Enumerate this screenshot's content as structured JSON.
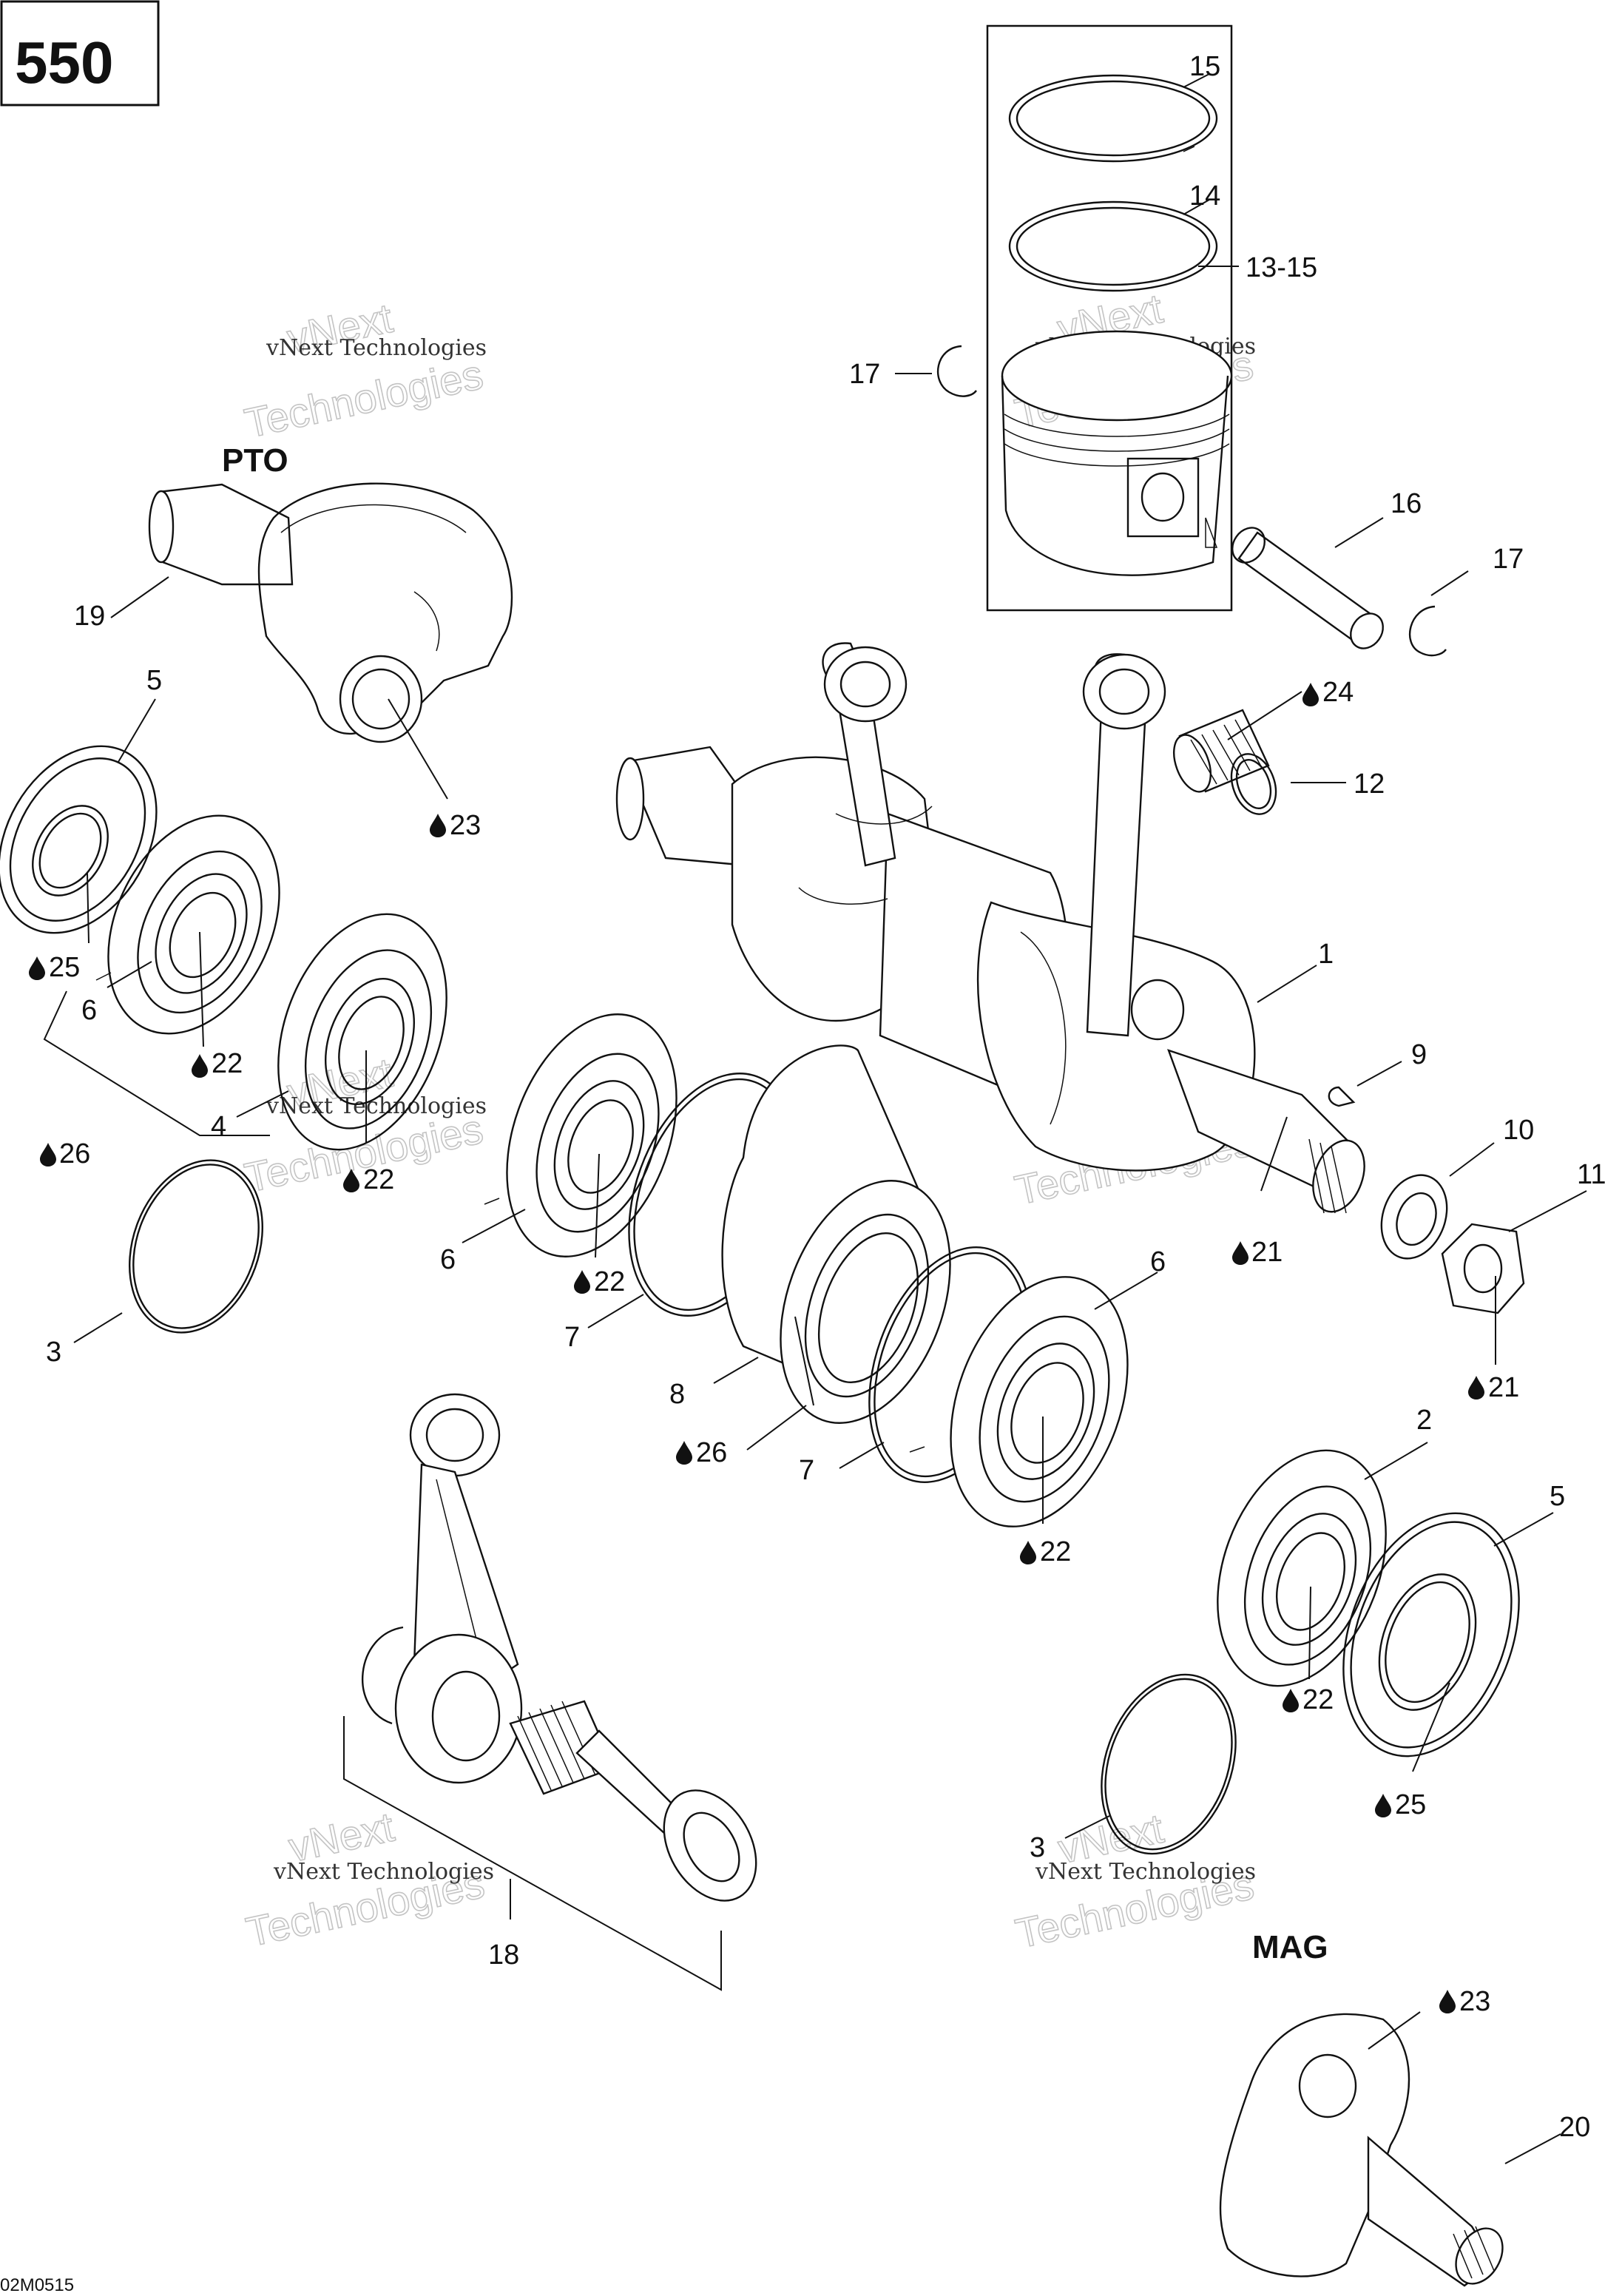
{
  "diagram_code": "550",
  "drawing_number": "02M0515",
  "side_labels": {
    "pto": "PTO",
    "mag": "MAG"
  },
  "watermark": {
    "line1": "vNext Technologies",
    "line2": "vNext",
    "line3": "Technologies"
  },
  "callouts": {
    "c1": "1",
    "c2": "2",
    "c3a": "3",
    "c3b": "3",
    "c4": "4",
    "c5a": "5",
    "c5b": "5",
    "c6a": "6",
    "c6b": "6",
    "c6c": "6",
    "c7a": "7",
    "c7b": "7",
    "c8": "8",
    "c9": "9",
    "c10": "10",
    "c11": "11",
    "c12": "12",
    "c13_15": "13-15",
    "c14": "14",
    "c15": "15",
    "c16": "16",
    "c17a": "17",
    "c17b": "17",
    "c18": "18",
    "c19": "19",
    "c20": "20",
    "c21a": "21",
    "c21b": "21",
    "c22a": "22",
    "c22b": "22",
    "c22c": "22",
    "c22d": "22",
    "c22e": "22",
    "c23a": "23",
    "c23b": "23",
    "c24": "24",
    "c25a": "25",
    "c25b": "25",
    "c26a": "26",
    "c26b": "26"
  },
  "icons": {
    "lubricant": "oil-drop-icon"
  }
}
